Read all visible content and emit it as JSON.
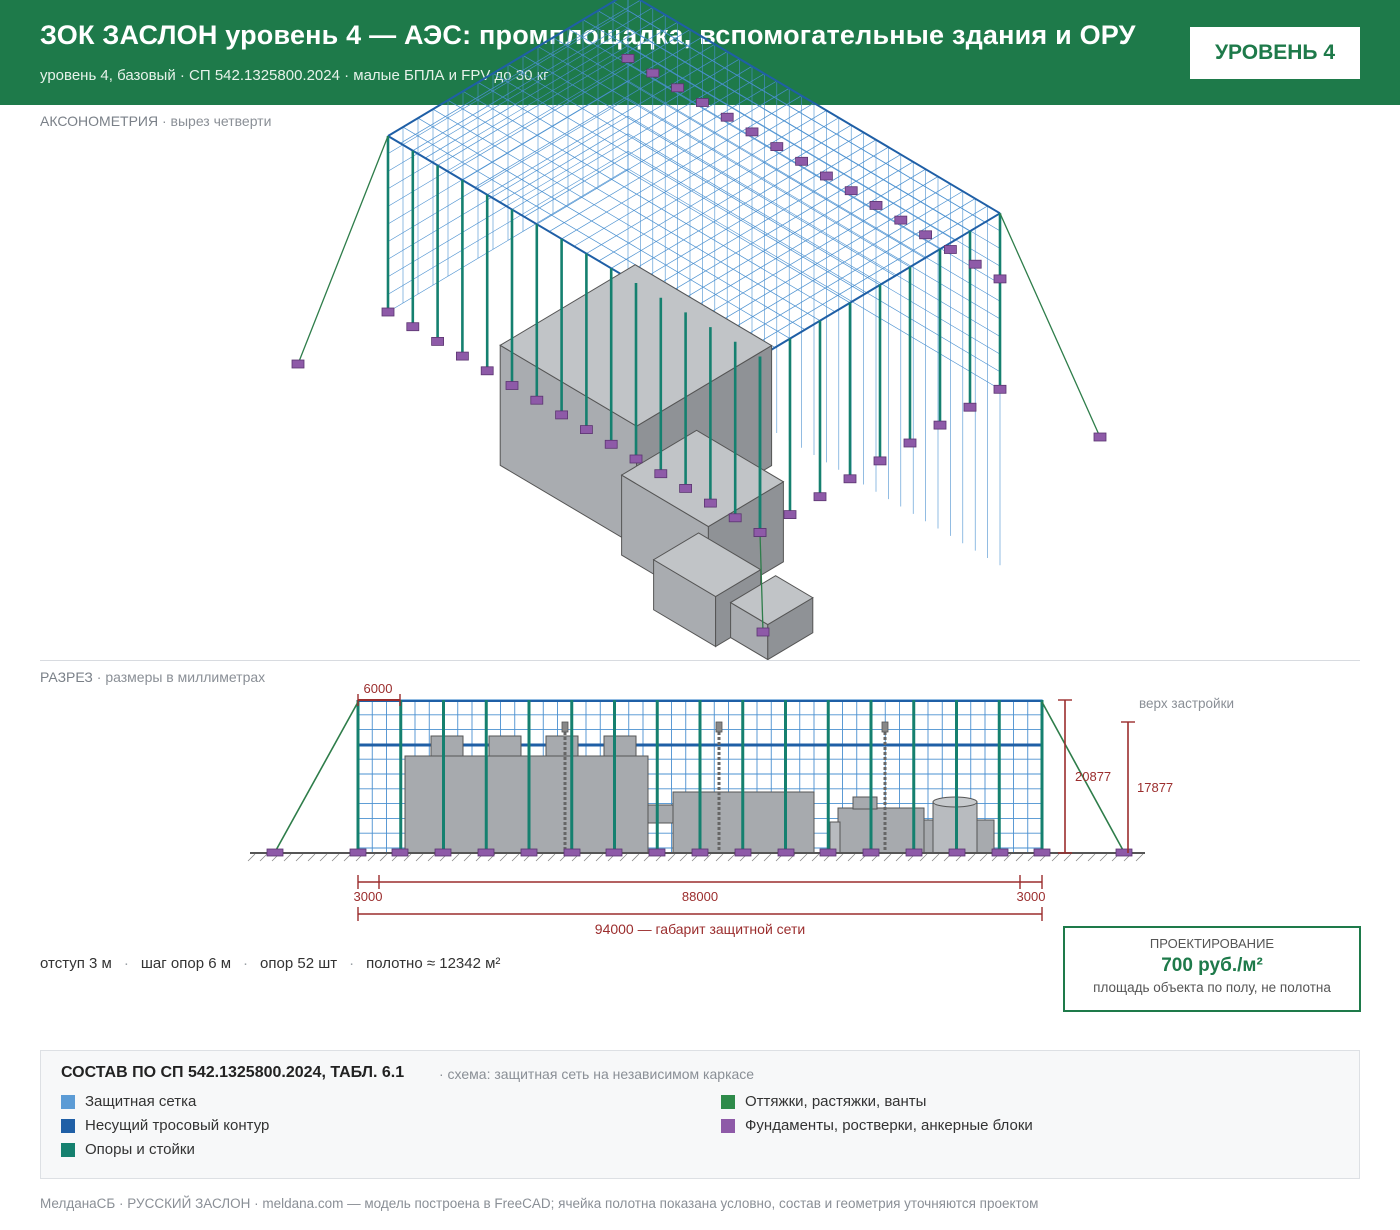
{
  "header": {
    "title": "ЗОК ЗАСЛОН уровень 4 — АЭС: промплощадка, вспомогательные здания и ОРУ",
    "subtitle": "уровень 4, базовый · СП 542.1325800.2024 · малые БПЛА и FPV до 30 кг",
    "badge": "УРОВЕНЬ 4"
  },
  "axo": {
    "caption_main": "АКСОНОМЕТРИЯ",
    "caption_sub": "· вырез четверти"
  },
  "section": {
    "caption_main": "РАЗРЕЗ",
    "caption_sub": "· размеры в миллиметрах",
    "top_label": "верх застройки",
    "dim_top": "6000",
    "dim_height_total": "20877",
    "dim_height_build": "17877",
    "dim_left": "3000",
    "dim_mid": "88000",
    "dim_right": "3000",
    "dim_overall": "94000 — габарит защитной сети"
  },
  "stats": {
    "offset": "отступ 3 м",
    "step": "шаг опор 6 м",
    "supports": "опор 52 шт",
    "fabric": "полотно ≈ 12342 м²"
  },
  "price": {
    "label": "ПРОЕКТИРОВАНИЕ",
    "value": "700 руб./м²",
    "note": "площадь объекта по полу, не полотна"
  },
  "legend": {
    "title": "СОСТАВ ПО СП 542.1325800.2024, ТАБЛ. 6.1",
    "scheme": "· схема: защитная сеть на независимом каркасе",
    "items": [
      {
        "label": "Защитная сетка",
        "color": "#5b9bd5"
      },
      {
        "label": "Несущий тросовый контур",
        "color": "#1f5fa6"
      },
      {
        "label": "Опоры и стойки",
        "color": "#15806f"
      },
      {
        "label": "Оттяжки, растяжки, ванты",
        "color": "#2e8b4a"
      },
      {
        "label": "Фундаменты, ростверки, анкерные блоки",
        "color": "#8e5aa8"
      }
    ]
  },
  "footer": "МелданаСБ · РУССКИЙ ЗАСЛОН · meldana.com — модель построена в FreeCAD; ячейка полотна показана условно, состав и геометрия уточняются проектом"
}
